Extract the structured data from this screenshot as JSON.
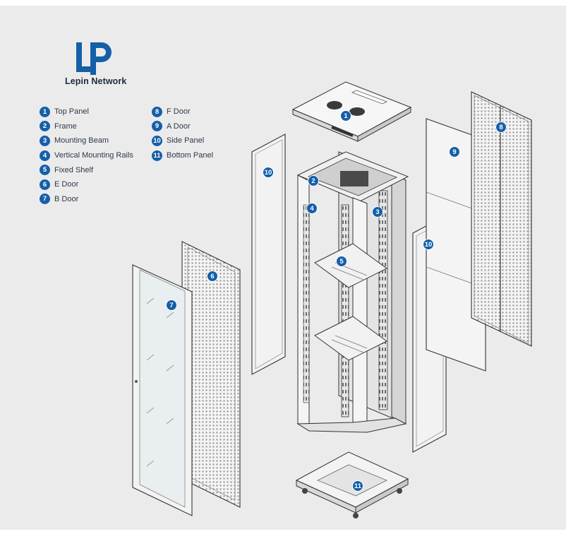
{
  "brand": {
    "name": "Lepin Network",
    "accent_color": "#155fa8",
    "text_color": "#1f2c3c"
  },
  "legend": {
    "left": [
      {
        "num": "1",
        "label": "Top Panel"
      },
      {
        "num": "2",
        "label": "Frame"
      },
      {
        "num": "3",
        "label": "Mounting Beam"
      },
      {
        "num": "4",
        "label": "Vertical Mounting Rails"
      },
      {
        "num": "5",
        "label": "Fixed Shelf"
      },
      {
        "num": "6",
        "label": "E Door"
      },
      {
        "num": "7",
        "label": "B Door"
      }
    ],
    "right": [
      {
        "num": "8",
        "label": "F Door"
      },
      {
        "num": "9",
        "label": "A Door"
      },
      {
        "num": "10",
        "label": "Side Panel"
      },
      {
        "num": "11",
        "label": "Bottom Panel"
      }
    ]
  },
  "callouts": {
    "top_panel": "1",
    "frame": "2",
    "mounting_beam": "3",
    "vertical_rails": "4",
    "fixed_shelf": "5",
    "e_door": "6",
    "b_door": "7",
    "f_door": "8",
    "a_door": "9",
    "side_panel_left": "10",
    "side_panel_right": "10",
    "bottom_panel": "11"
  }
}
